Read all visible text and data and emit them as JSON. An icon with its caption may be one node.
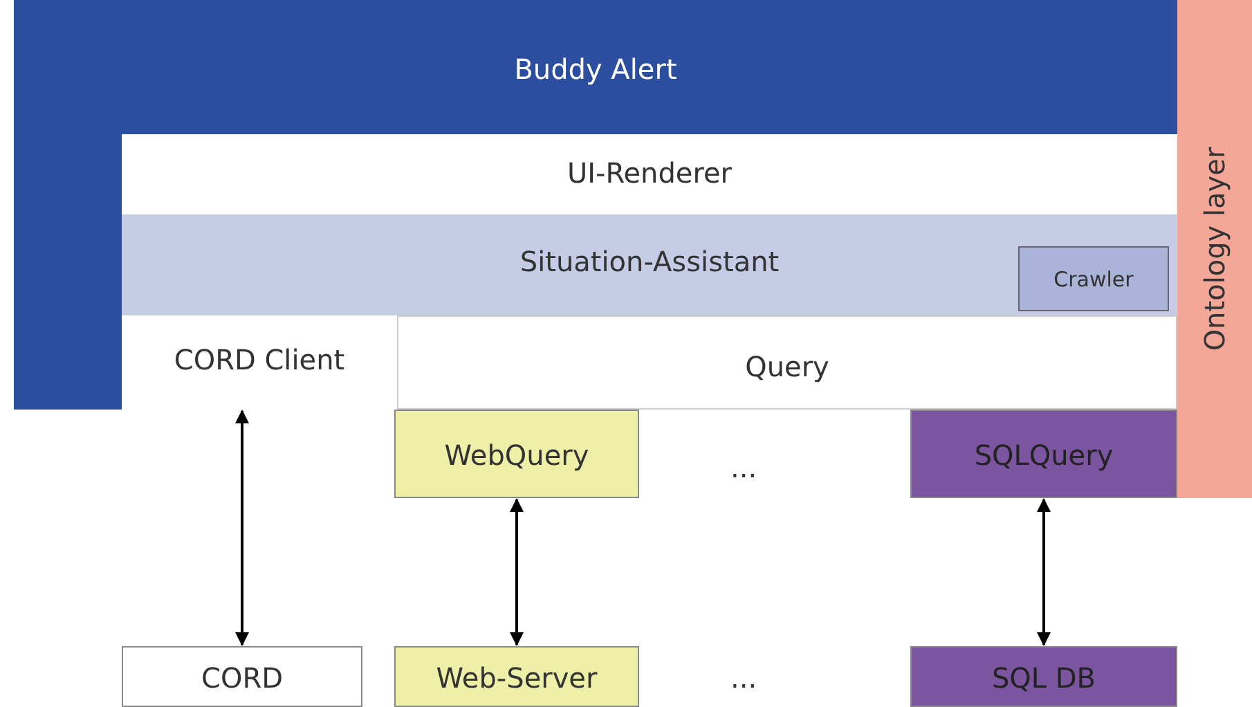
{
  "diagram": {
    "nodes": [
      {
        "text": [
          "Buddy Alert"
        ]
      },
      {
        "text": [
          "UI-Renderer"
        ],
        "in": 0
      },
      {
        "text": [
          "Situation-Assistant"
        ],
        "in": 0
      },
      {
        "text": [
          "Crawler"
        ],
        "in": 2
      },
      {
        "text": [
          "CORD Client"
        ],
        "in": 0
      },
      {
        "text": [
          "Query"
        ],
        "in": 0
      },
      {
        "text": [
          "Ontology layer"
        ]
      },
      {
        "text": [
          "WebQuery"
        ]
      },
      {
        "text": [
          "SQLQuery"
        ]
      },
      {
        "text": [
          "CORD"
        ]
      },
      {
        "text": [
          "Web-Server"
        ]
      },
      {
        "text": [
          "SQL DB"
        ]
      }
    ],
    "edges": [
      {
        "from": 4,
        "to": 9,
        "arrow": "both"
      },
      {
        "from": 7,
        "to": 10,
        "arrow": "both"
      },
      {
        "from": 8,
        "to": 11,
        "arrow": "both"
      }
    ],
    "labels": [
      "...",
      "..."
    ]
  }
}
